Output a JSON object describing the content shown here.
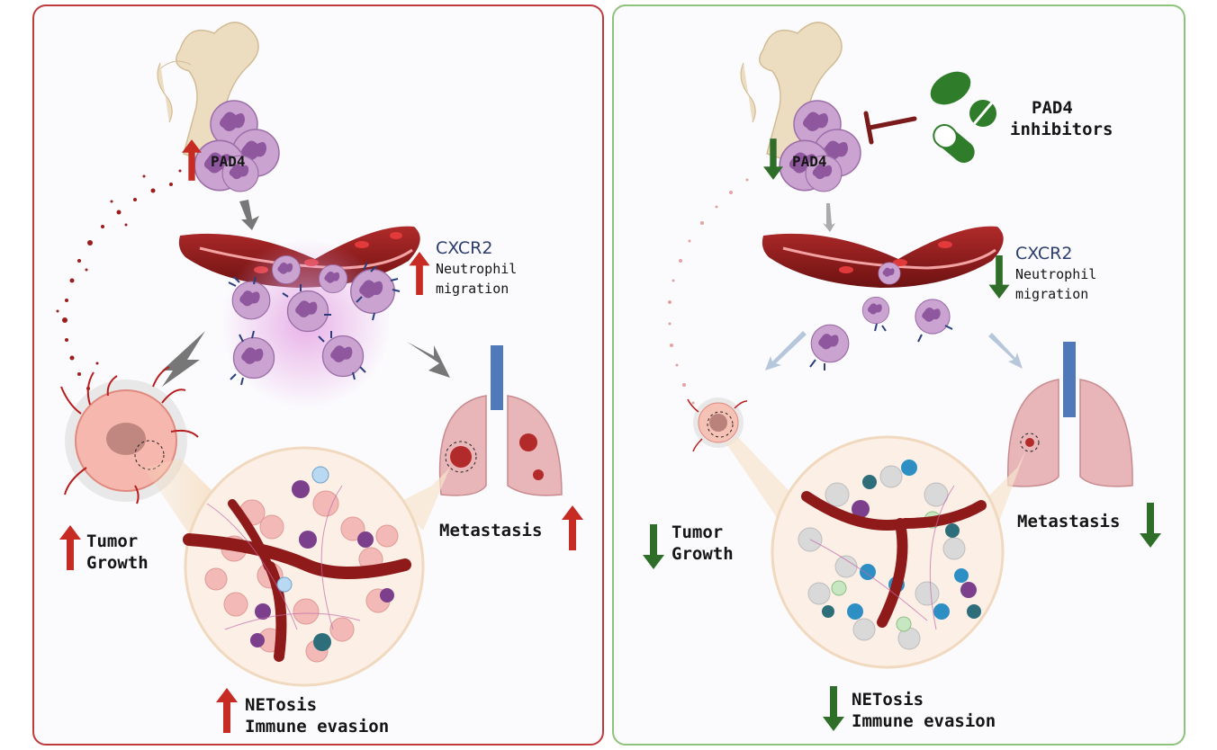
{
  "colors": {
    "left_border": "#c0393b",
    "right_border": "#8fc27a",
    "up_arrow": "#c62b24",
    "down_arrow": "#2f6e28",
    "inhibitor_bar": "#7a1a1a",
    "pill": "#2f7d2a",
    "vessel": "#8e1a1a",
    "neutrophil": "#c9a3cf",
    "receptor": "#2b3f7c",
    "cxcr2_text": "#2c3e6b"
  },
  "left_panel": {
    "pad4": "PAD4",
    "cxcr2": "CXCR2",
    "migration_line1": "Neutrophil",
    "migration_line2": "migration",
    "tumor_line1": "Tumor",
    "tumor_line2": "Growth",
    "metastasis": "Metastasis",
    "netosis_line1": "NETosis",
    "netosis_line2": "Immune evasion"
  },
  "right_panel": {
    "pad4": "PAD4",
    "inhibitors_line1": "PAD4",
    "inhibitors_line2": "inhibitors",
    "cxcr2": "CXCR2",
    "migration_line1": "Neutrophil",
    "migration_line2": "migration",
    "tumor_line1": "Tumor",
    "tumor_line2": "Growth",
    "metastasis": "Metastasis",
    "netosis_line1": "NETosis",
    "netosis_line2": "Immune evasion"
  }
}
